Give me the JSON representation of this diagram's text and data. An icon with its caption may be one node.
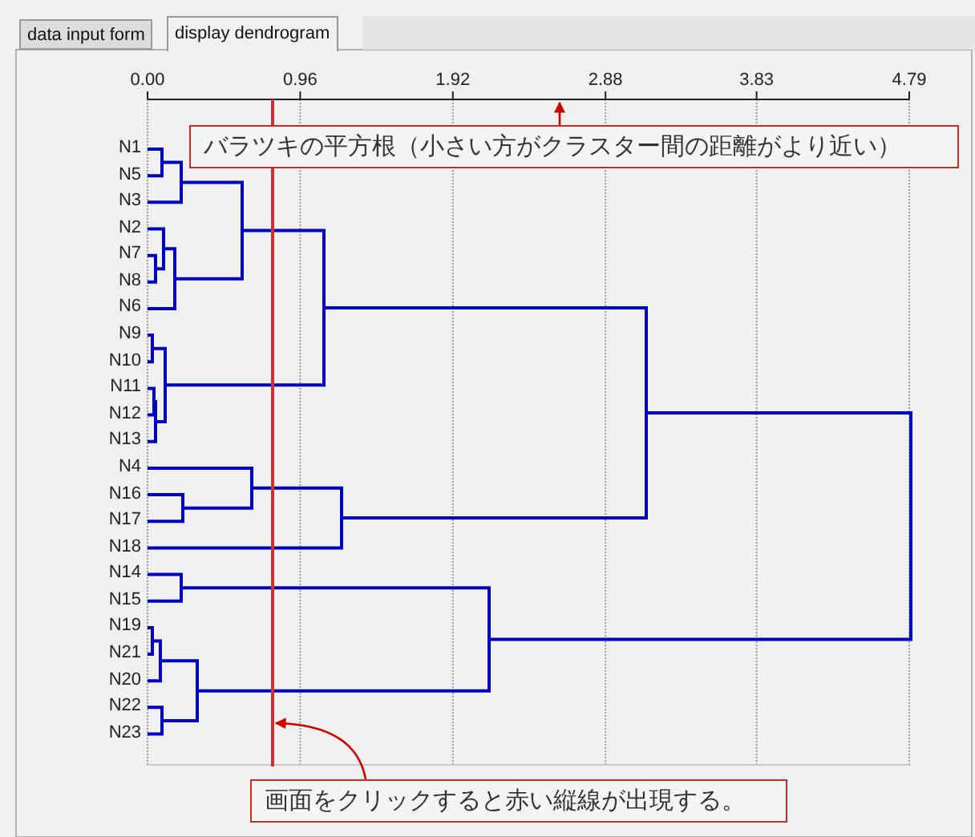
{
  "diagram": {
    "nodes": [
      {
        "text": [
          "バラツキの平方根（小さい方がクラスター間の距離がより近い）"
        ]
      },
      {
        "text": [],
        "shape": "line"
      },
      {
        "text": [
          "画面をクリックすると赤い縦線が出現する。"
        ]
      }
    ],
    "edges": [
      {
        "from": 0,
        "to": null,
        "arrow": "to"
      },
      {
        "from": 2,
        "to": 1,
        "arrow": "to"
      }
    ],
    "labels": [
      "data input form",
      "display dendrogram",
      "0.00",
      "0.96",
      "1.92",
      "2.88",
      "3.83",
      "4.79",
      "N1",
      "N5",
      "N3",
      "N2",
      "N7",
      "N8",
      "N6",
      "N9",
      "N10",
      "N11",
      "N12",
      "N13",
      "N4",
      "N16",
      "N17",
      "N18",
      "N14",
      "N15",
      "N19",
      "N21",
      "N20",
      "N22",
      "N23"
    ]
  }
}
